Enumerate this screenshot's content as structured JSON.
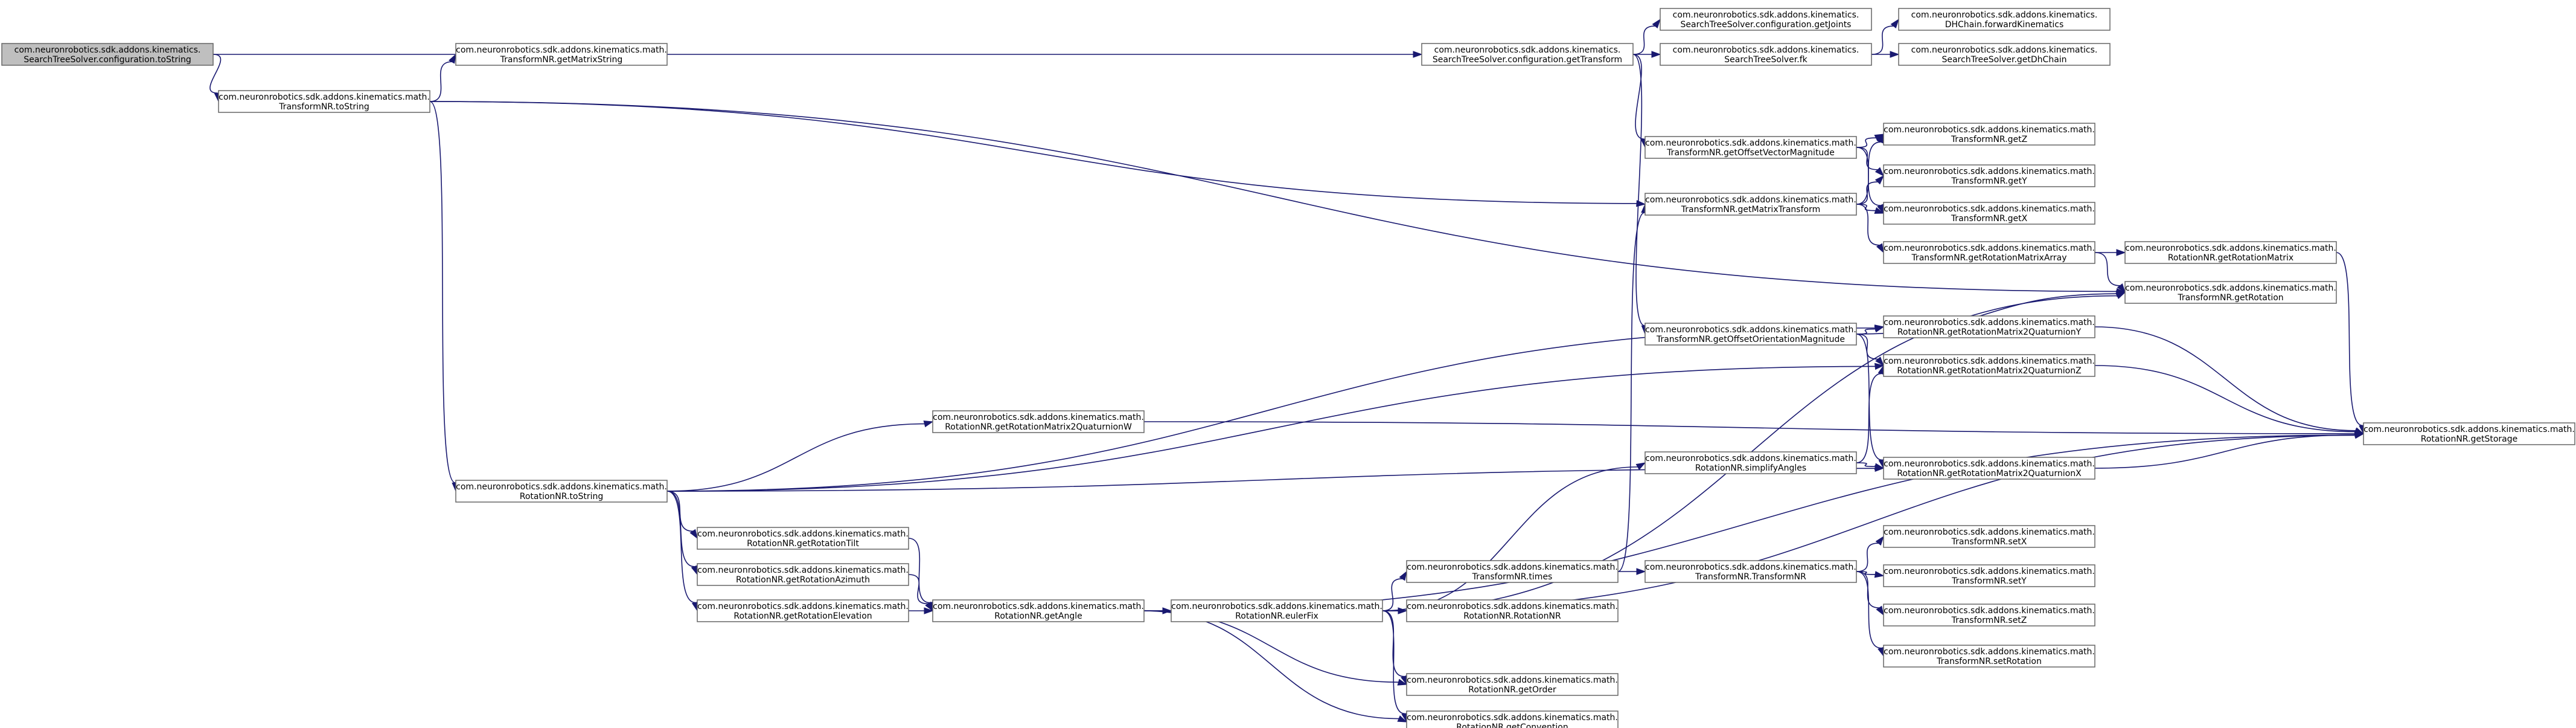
{
  "colors": {
    "node_fill": "#ffffff",
    "root_fill": "#bfbfbf",
    "node_border": "#666666",
    "edge": "#191970",
    "background": "#ffffff"
  },
  "nodes": [
    {
      "id": "root",
      "line1": "com.neuronrobotics.sdk.addons.kinematics.",
      "line2": "SearchTreeSolver.configuration.toString",
      "root": true
    },
    {
      "id": "tnr_tostring",
      "line1": "com.neuronrobotics.sdk.addons.kinematics.math.",
      "line2": "TransformNR.toString"
    },
    {
      "id": "tnr_getmatrixstring",
      "line1": "com.neuronrobotics.sdk.addons.kinematics.math.",
      "line2": "TransformNR.getMatrixString"
    },
    {
      "id": "rnr_tostring",
      "line1": "com.neuronrobotics.sdk.addons.kinematics.math.",
      "line2": "RotationNR.toString"
    },
    {
      "id": "rnr_getq2w",
      "line1": "com.neuronrobotics.sdk.addons.kinematics.math.",
      "line2": "RotationNR.getRotationMatrix2QuaturnionW"
    },
    {
      "id": "rnr_gettilt",
      "line1": "com.neuronrobotics.sdk.addons.kinematics.math.",
      "line2": "RotationNR.getRotationTilt"
    },
    {
      "id": "rnr_getazimuth",
      "line1": "com.neuronrobotics.sdk.addons.kinematics.math.",
      "line2": "RotationNR.getRotationAzimuth"
    },
    {
      "id": "rnr_getelevation",
      "line1": "com.neuronrobotics.sdk.addons.kinematics.math.",
      "line2": "RotationNR.getRotationElevation"
    },
    {
      "id": "rnr_getangle",
      "line1": "com.neuronrobotics.sdk.addons.kinematics.math.",
      "line2": "RotationNR.getAngle"
    },
    {
      "id": "rnr_eulerfix",
      "line1": "com.neuronrobotics.sdk.addons.kinematics.math.",
      "line2": "RotationNR.eulerFix"
    },
    {
      "id": "sts_gettransform",
      "line1": "com.neuronrobotics.sdk.addons.kinematics.",
      "line2": "SearchTreeSolver.configuration.getTransform"
    },
    {
      "id": "tnr_times",
      "line1": "com.neuronrobotics.sdk.addons.kinematics.math.",
      "line2": "TransformNR.times"
    },
    {
      "id": "rnr_rotationnr",
      "line1": "com.neuronrobotics.sdk.addons.kinematics.math.",
      "line2": "RotationNR.RotationNR"
    },
    {
      "id": "rnr_getorder",
      "line1": "com.neuronrobotics.sdk.addons.kinematics.math.",
      "line2": "RotationNR.getOrder"
    },
    {
      "id": "rnr_getconvention",
      "line1": "com.neuronrobotics.sdk.addons.kinematics.math.",
      "line2": "RotationNR.getConvention"
    },
    {
      "id": "sts_getjoints",
      "line1": "com.neuronrobotics.sdk.addons.kinematics.",
      "line2": "SearchTreeSolver.configuration.getJoints"
    },
    {
      "id": "sts_fk",
      "line1": "com.neuronrobotics.sdk.addons.kinematics.",
      "line2": "SearchTreeSolver.fk"
    },
    {
      "id": "tnr_getoffsetvector",
      "line1": "com.neuronrobotics.sdk.addons.kinematics.math.",
      "line2": "TransformNR.getOffsetVectorMagnitude"
    },
    {
      "id": "tnr_getmatrixtransform",
      "line1": "com.neuronrobotics.sdk.addons.kinematics.math.",
      "line2": "TransformNR.getMatrixTransform"
    },
    {
      "id": "tnr_getoffsetorientation",
      "line1": "com.neuronrobotics.sdk.addons.kinematics.math.",
      "line2": "TransformNR.getOffsetOrientationMagnitude"
    },
    {
      "id": "rnr_simplifyangles",
      "line1": "com.neuronrobotics.sdk.addons.kinematics.math.",
      "line2": "RotationNR.simplifyAngles"
    },
    {
      "id": "tnr_transformnr",
      "line1": "com.neuronrobotics.sdk.addons.kinematics.math.",
      "line2": "TransformNR.TransformNR"
    },
    {
      "id": "dh_forward",
      "line1": "com.neuronrobotics.sdk.addons.kinematics.",
      "line2": "DHChain.forwardKinematics"
    },
    {
      "id": "sts_getdhchain",
      "line1": "com.neuronrobotics.sdk.addons.kinematics.",
      "line2": "SearchTreeSolver.getDhChain"
    },
    {
      "id": "tnr_getz",
      "line1": "com.neuronrobotics.sdk.addons.kinematics.math.",
      "line2": "TransformNR.getZ"
    },
    {
      "id": "tnr_gety",
      "line1": "com.neuronrobotics.sdk.addons.kinematics.math.",
      "line2": "TransformNR.getY"
    },
    {
      "id": "tnr_getx",
      "line1": "com.neuronrobotics.sdk.addons.kinematics.math.",
      "line2": "TransformNR.getX"
    },
    {
      "id": "tnr_getrotmatarray",
      "line1": "com.neuronrobotics.sdk.addons.kinematics.math.",
      "line2": "TransformNR.getRotationMatrixArray"
    },
    {
      "id": "rnr_getq2y",
      "line1": "com.neuronrobotics.sdk.addons.kinematics.math.",
      "line2": "RotationNR.getRotationMatrix2QuaturnionY"
    },
    {
      "id": "rnr_getq2z",
      "line1": "com.neuronrobotics.sdk.addons.kinematics.math.",
      "line2": "RotationNR.getRotationMatrix2QuaturnionZ"
    },
    {
      "id": "rnr_getq2x",
      "line1": "com.neuronrobotics.sdk.addons.kinematics.math.",
      "line2": "RotationNR.getRotationMatrix2QuaturnionX"
    },
    {
      "id": "tnr_setx",
      "line1": "com.neuronrobotics.sdk.addons.kinematics.math.",
      "line2": "TransformNR.setX"
    },
    {
      "id": "tnr_sety",
      "line1": "com.neuronrobotics.sdk.addons.kinematics.math.",
      "line2": "TransformNR.setY"
    },
    {
      "id": "tnr_setz",
      "line1": "com.neuronrobotics.sdk.addons.kinematics.math.",
      "line2": "TransformNR.setZ"
    },
    {
      "id": "tnr_setrotation",
      "line1": "com.neuronrobotics.sdk.addons.kinematics.math.",
      "line2": "TransformNR.setRotation"
    },
    {
      "id": "rnr_getrotationmatrix",
      "line1": "com.neuronrobotics.sdk.addons.kinematics.math.",
      "line2": "RotationNR.getRotationMatrix"
    },
    {
      "id": "tnr_getrotation",
      "line1": "com.neuronrobotics.sdk.addons.kinematics.math.",
      "line2": "TransformNR.getRotation"
    },
    {
      "id": "rnr_getstorage",
      "line1": "com.neuronrobotics.sdk.addons.kinematics.math.",
      "line2": "RotationNR.getStorage"
    }
  ],
  "edges": [
    [
      "root",
      "tnr_tostring"
    ],
    [
      "root",
      "sts_gettransform"
    ],
    [
      "tnr_tostring",
      "tnr_getmatrixstring"
    ],
    [
      "tnr_tostring",
      "rnr_tostring"
    ],
    [
      "tnr_tostring",
      "tnr_getmatrixtransform"
    ],
    [
      "tnr_tostring",
      "tnr_getrotation"
    ],
    [
      "rnr_tostring",
      "rnr_getq2w"
    ],
    [
      "rnr_tostring",
      "rnr_gettilt"
    ],
    [
      "rnr_tostring",
      "rnr_getazimuth"
    ],
    [
      "rnr_tostring",
      "rnr_getelevation"
    ],
    [
      "rnr_tostring",
      "rnr_getq2y"
    ],
    [
      "rnr_tostring",
      "rnr_getq2z"
    ],
    [
      "rnr_tostring",
      "rnr_getq2x"
    ],
    [
      "rnr_getq2w",
      "rnr_getstorage"
    ],
    [
      "rnr_gettilt",
      "rnr_getangle"
    ],
    [
      "rnr_getazimuth",
      "rnr_getangle"
    ],
    [
      "rnr_getelevation",
      "rnr_getangle"
    ],
    [
      "rnr_getangle",
      "rnr_eulerfix"
    ],
    [
      "rnr_getangle",
      "rnr_getorder"
    ],
    [
      "rnr_getangle",
      "rnr_getconvention"
    ],
    [
      "rnr_getangle",
      "rnr_getstorage"
    ],
    [
      "rnr_eulerfix",
      "tnr_times"
    ],
    [
      "rnr_eulerfix",
      "rnr_rotationnr"
    ],
    [
      "rnr_eulerfix",
      "rnr_getorder"
    ],
    [
      "rnr_eulerfix",
      "rnr_getconvention"
    ],
    [
      "rnr_eulerfix",
      "rnr_simplifyangles"
    ],
    [
      "rnr_eulerfix",
      "tnr_getrotation"
    ],
    [
      "rnr_eulerfix",
      "rnr_getstorage"
    ],
    [
      "tnr_times",
      "tnr_transformnr"
    ],
    [
      "tnr_times",
      "tnr_getmatrixtransform"
    ],
    [
      "sts_gettransform",
      "sts_getjoints"
    ],
    [
      "sts_gettransform",
      "sts_fk"
    ],
    [
      "sts_gettransform",
      "tnr_getoffsetvector"
    ],
    [
      "sts_gettransform",
      "tnr_getoffsetorientation"
    ],
    [
      "sts_fk",
      "dh_forward"
    ],
    [
      "sts_fk",
      "sts_getdhchain"
    ],
    [
      "tnr_getoffsetvector",
      "tnr_getz"
    ],
    [
      "tnr_getoffsetvector",
      "tnr_gety"
    ],
    [
      "tnr_getoffsetvector",
      "tnr_getx"
    ],
    [
      "tnr_getmatrixtransform",
      "tnr_getz"
    ],
    [
      "tnr_getmatrixtransform",
      "tnr_gety"
    ],
    [
      "tnr_getmatrixtransform",
      "tnr_getx"
    ],
    [
      "tnr_getmatrixtransform",
      "tnr_getrotmatarray"
    ],
    [
      "tnr_getrotmatarray",
      "rnr_getrotationmatrix"
    ],
    [
      "tnr_getrotmatarray",
      "tnr_getrotation"
    ],
    [
      "tnr_getoffsetorientation",
      "tnr_getrotation"
    ],
    [
      "tnr_getoffsetorientation",
      "rnr_getq2y"
    ],
    [
      "tnr_getoffsetorientation",
      "rnr_getq2z"
    ],
    [
      "tnr_getoffsetorientation",
      "rnr_getq2x"
    ],
    [
      "rnr_simplifyangles",
      "rnr_getq2z"
    ],
    [
      "rnr_simplifyangles",
      "rnr_getq2x"
    ],
    [
      "tnr_transformnr",
      "tnr_setx"
    ],
    [
      "tnr_transformnr",
      "tnr_sety"
    ],
    [
      "tnr_transformnr",
      "tnr_setz"
    ],
    [
      "tnr_transformnr",
      "tnr_setrotation"
    ],
    [
      "rnr_getq2y",
      "rnr_getstorage"
    ],
    [
      "rnr_getq2z",
      "rnr_getstorage"
    ],
    [
      "rnr_getq2x",
      "rnr_getstorage"
    ],
    [
      "rnr_getrotationmatrix",
      "rnr_getstorage"
    ]
  ]
}
